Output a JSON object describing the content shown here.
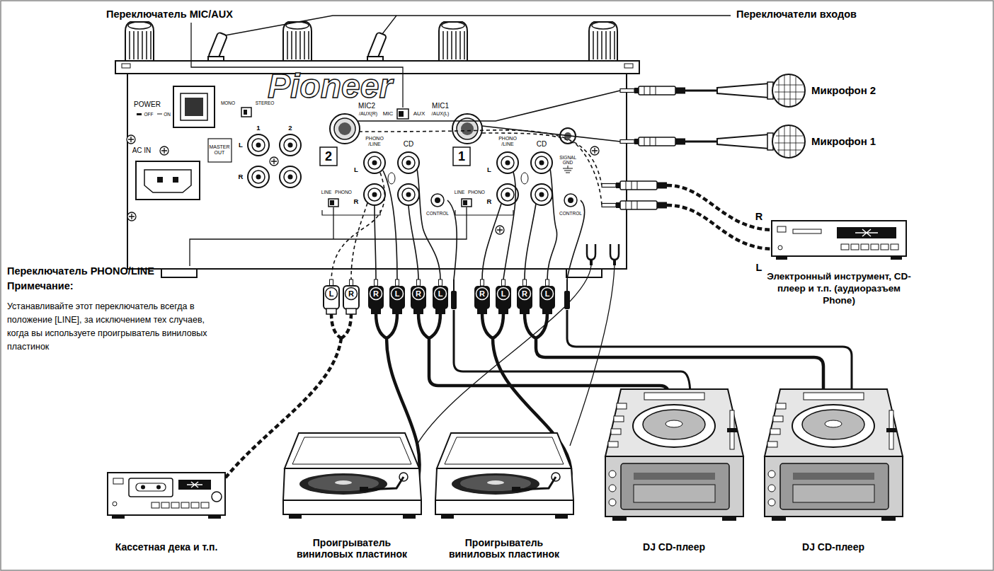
{
  "diagram": {
    "labels": [
      "Переключатель MIC/AUX",
      "Переключатели входов",
      "Pioneer",
      "POWER",
      "OFF",
      "ON",
      "AC IN",
      "MONO",
      "STEREO",
      "1",
      "2",
      "L",
      "R",
      "MASTER OUT",
      "MIC2",
      "/AUX(R)",
      "MIC",
      "AUX",
      "MIC1",
      "/AUX(L)",
      "2",
      "PHONO /LINE",
      "CD",
      "L",
      "R",
      "LINE",
      "PHONO",
      "CONTROL",
      "1",
      "PHONO /LINE",
      "CD",
      "L",
      "R",
      "LINE",
      "PHONO",
      "CONTROL",
      "SIGNAL GND",
      "Микрофон 2",
      "Микрофон 1",
      "R",
      "L",
      "Электронный инструмент, CD-плеер и т.п. (аудиоразъем Phone)",
      "Переключатель PHONO/LINE",
      "Примечание:",
      "Устанавливайте этот переключатель всегда в положение [LINE], за исключением тех случаев, когда вы используете проигрыватель виниловых пластинок",
      "L",
      "R",
      "R",
      "L",
      "R",
      "L",
      "R",
      "L",
      "R",
      "L",
      "Кассетная дека и т.п.",
      "Проигрыватель виниловых пластинок",
      "Проигрыватель виниловых пластинок",
      "DJ CD-плеер",
      "DJ CD-плеер"
    ]
  }
}
